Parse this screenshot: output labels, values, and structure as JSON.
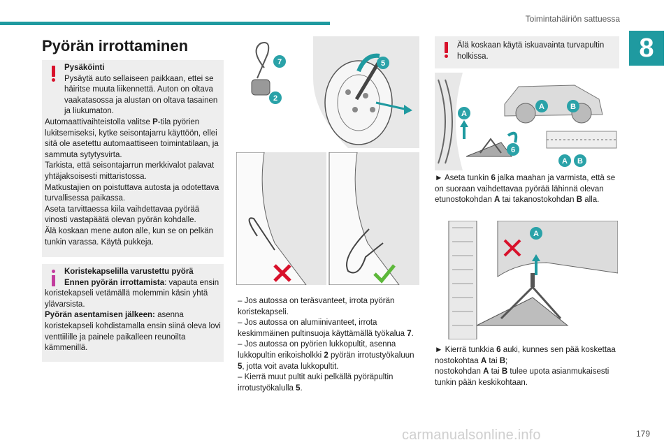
{
  "header": {
    "section_title": "Toimintahäiriön sattuessa",
    "chapter": "8"
  },
  "page_title": "Pyörän irrottaminen",
  "warning1": {
    "title": "Pysäköinti",
    "p1": "Pysäytä auto sellaiseen paikkaan, ettei se häiritse muuta liikennettä. Auton on oltava vaakatasossa ja alustan on oltava tasainen ja liukumaton.",
    "p2a": "Automaattivaihteistolla valitse ",
    "p2b": "P",
    "p2c": "-tila pyörien lukitsemiseksi, kytke seisontajarru käyttöön, ellei sitä ole asetettu automaattiseen toimintatilaan, ja sammuta sytytysvirta.",
    "p3": "Tarkista, että seisontajarrun merkkivalot palavat yhtäjaksoisesti mittaristossa.",
    "p4": "Matkustajien on poistuttava autosta ja odotettava turvallisessa paikassa.",
    "p5": "Aseta tarvittaessa kiila vaihdettavaa pyörää vinosti vastapäätä olevan pyörän kohdalle.",
    "p6": "Älä koskaan mene auton alle, kun se on pelkän tunkin varassa. Käytä pukkeja."
  },
  "info1": {
    "title": "Koristekapselilla varustettu pyörä",
    "l2a": "Ennen pyörän irrottamista",
    "l2b": ": vapauta ensin koristekapseli vetämällä molemmin käsin yhtä ylävarsista.",
    "l3a": "Pyörän asentamisen jälkeen:",
    "l3b": " asenna koristekapseli kohdistamalla ensin siinä oleva lovi venttiilille ja painele paikalleen reunoilta kämmenillä."
  },
  "middle_steps": {
    "s1": "– Jos autossa on teräsvanteet, irrota pyörän koristekapseli.",
    "s2a": "– Jos autossa on alumiinivanteet, irrota keskimmäinen pultinsuoja käyttämällä työkalua ",
    "s2b": "7",
    "s2c": ".",
    "s3a": "– Jos autossa on pyörien lukkopultit, asenna lukkopultin erikoisholkki ",
    "s3b": "2",
    "s3c": " pyörän irrotustyökaluun ",
    "s3d": "5",
    "s3e": ", jotta voit avata lukkopultit.",
    "s4a": "– Kierrä muut pultit auki pelkällä pyöräpultin irrotustyökalulla ",
    "s4b": "5",
    "s4c": "."
  },
  "warning2": {
    "text": "Älä koskaan käytä iskuavainta turvapultin holkissa."
  },
  "right_step1": {
    "a": "► Aseta tunkin ",
    "b": "6",
    "c": " jalka maahan ja varmista, että se on suoraan vaihdettavaa pyörää lähinnä olevan etunostokohdan ",
    "d": "A",
    "e": " tai takanostokohdan ",
    "f": "B",
    "g": " alla."
  },
  "right_step2": {
    "a": "► Kierrä tunkkia ",
    "b": "6",
    "c": " auki, kunnes sen pää koskettaa nostokohtaa ",
    "d": "A",
    "e": " tai ",
    "f": "B",
    "g": ";",
    "h": "nostokohdan ",
    "i": "A",
    "j": " tai ",
    "k": "B",
    "l": " tulee upota asianmukaisesti tunkin pään keskikohtaan."
  },
  "callouts": {
    "c7": "7",
    "c5": "5",
    "c2": "2",
    "c6": "6",
    "cA": "A",
    "cB": "B"
  },
  "footer": {
    "page_number": "179",
    "watermark": "carmanualsonline.info"
  },
  "colors": {
    "accent": "#1f9aa0",
    "warning": "#d8112b",
    "info": "#c23c9e",
    "ok": "#5db83a"
  }
}
